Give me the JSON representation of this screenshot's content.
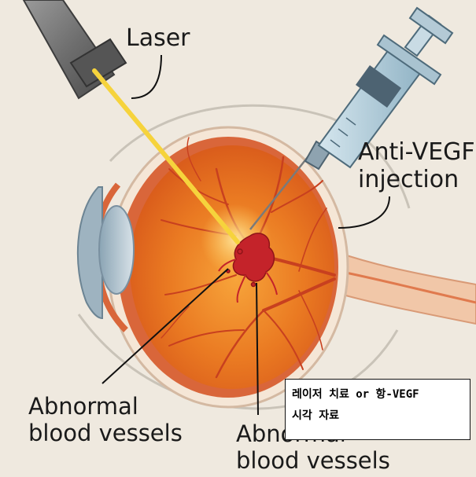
{
  "labels": {
    "laser": "Laser",
    "anti_vegf_line1": "Anti-VEGF",
    "anti_vegf_line2": "injection",
    "abnormal_left_line1": "Abnormal",
    "abnormal_left_line2": "blood vessels",
    "abnormal_right_line1": "Abnormal",
    "abnormal_right_line2": "blood vessels"
  },
  "caption": {
    "line1": "레이저 치료 or 항-VEGF",
    "line2": "시각 자료"
  },
  "colors": {
    "background": "#efe9df",
    "retina": "#e8741e",
    "laser_beam": "#f6d33c",
    "vessels": "#c8401f",
    "lesion": "#c4232a",
    "syringe_barrel": "#b9d3e0"
  }
}
